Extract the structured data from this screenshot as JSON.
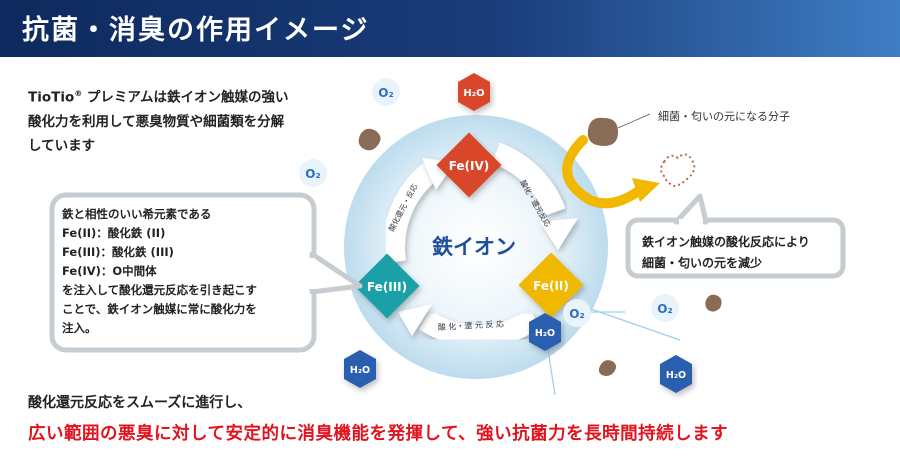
{
  "header": {
    "title": "抗菌・消臭の作用イメージ"
  },
  "intro": {
    "line1_a": "TioTio",
    "line1_reg": "®",
    "line1_b": " プレミアムは鉄イオン触媒の強い",
    "line2": "酸化力を利用して悪臭物質や細菌類を分解",
    "line3": "しています"
  },
  "diagram": {
    "center_label": "鉄イオン",
    "fe4": "Fe(IV)",
    "fe2": "Fe(II)",
    "fe3": "Fe(III)",
    "arc_top": "酸化・還元反応",
    "arc_left": "酸化還元・反応",
    "arc_bottom": "酸 化・還 元 反 応",
    "o2": "O₂",
    "h2o": "H₂O",
    "molecule_label": "細菌・匂いの元になる分子"
  },
  "callout_left": {
    "line1": "鉄と相性のいい希元素である",
    "line2": "Fe(II)：酸化鉄 (II)",
    "line3": "Fe(III)：酸化鉄 (III)",
    "line4": "Fe(IV)：O中間体",
    "line5": "を注入して酸化還元反応を引き起こす",
    "line6": "ことで、鉄イオン触媒に常に酸化力を",
    "line7": "注入。"
  },
  "callout_right": {
    "line1": "鉄イオン触媒の酸化反応により",
    "line2": "細菌・匂いの元を減少"
  },
  "bottom": {
    "line1": "酸化還元反応をスムーズに進行し、",
    "line2": "広い範囲の悪臭に対して安定的に消臭機能を発揮して、強い抗菌力を長時間持続します"
  },
  "colors": {
    "header_dark": "#0d2a5e",
    "fe4_red": "#d9472b",
    "fe2_yellow": "#f0b800",
    "fe3_teal": "#1fa0a8",
    "accent_red": "#e0141e",
    "o2_blue": "#2f6fbf",
    "h2o_blue": "#2b5fb0"
  }
}
